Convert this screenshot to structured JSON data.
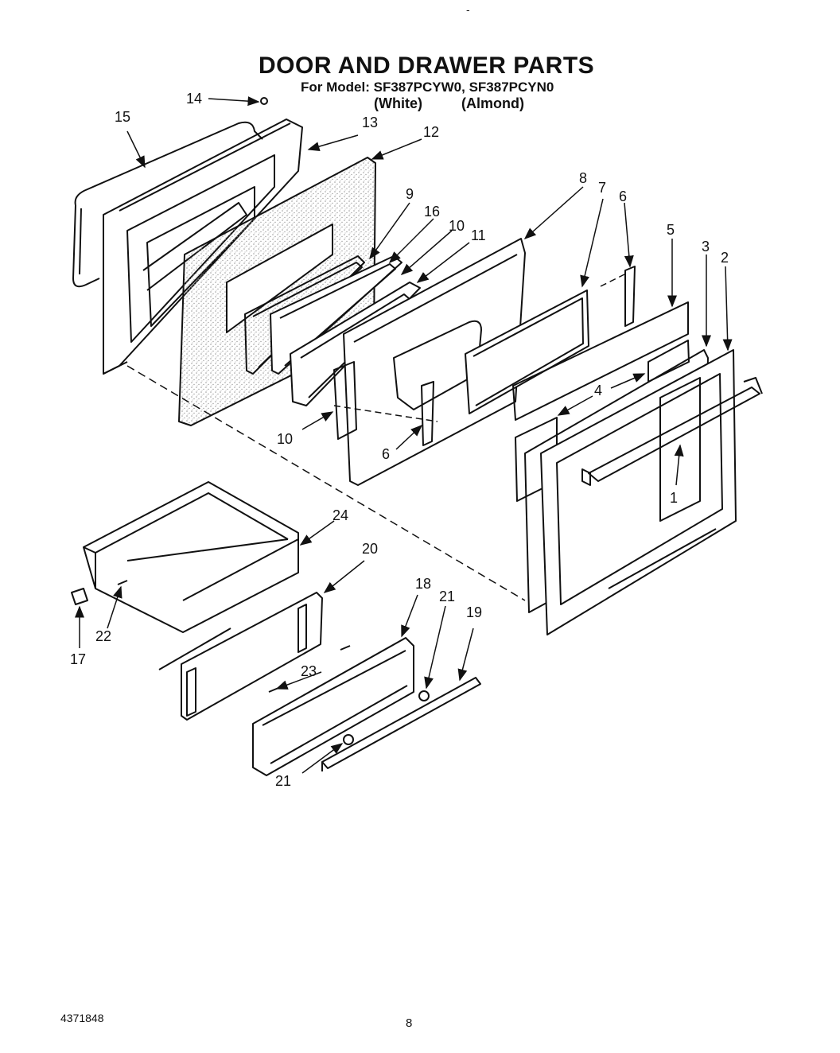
{
  "header": {
    "title": "DOOR AND DRAWER PARTS",
    "model_line": "For Model: SF387PCYW0, SF387PCYN0",
    "variant_white": "(White)",
    "variant_almond": "(Almond)"
  },
  "footer": {
    "doc_number": "4371848",
    "page_number": "8"
  },
  "top_mark": "-",
  "callouts": [
    "1",
    "2",
    "3",
    "4",
    "5",
    "6",
    "6",
    "7",
    "8",
    "9",
    "10",
    "10",
    "11",
    "12",
    "13",
    "14",
    "15",
    "16",
    "17",
    "18",
    "19",
    "20",
    "21",
    "21",
    "22",
    "23",
    "24"
  ],
  "colors": {
    "ink": "#111111",
    "paper": "#ffffff",
    "stipple": "#9a9a9a"
  }
}
